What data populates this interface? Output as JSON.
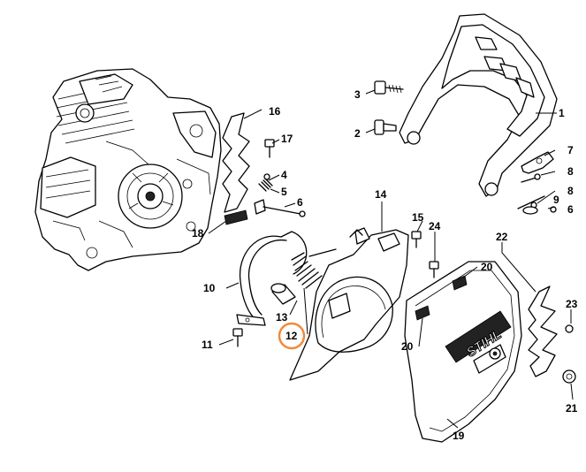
{
  "diagram": {
    "callouts": [
      "1",
      "2",
      "3",
      "4",
      "5",
      "6",
      "6",
      "7",
      "8",
      "8",
      "9",
      "10",
      "11",
      "12",
      "13",
      "14",
      "15",
      "16",
      "17",
      "18",
      "19",
      "20",
      "20",
      "21",
      "22",
      "23",
      "24"
    ],
    "brand_text": "STIHL",
    "highlighted_callout": "12",
    "highlight_color": "#f08a3c"
  }
}
